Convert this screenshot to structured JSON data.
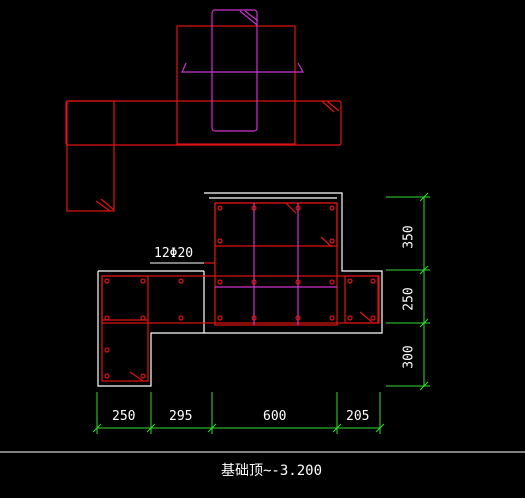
{
  "colors": {
    "background": "#000000",
    "stirrup": "#e01414",
    "tie": "#cc33cc",
    "outline": "#ffffff",
    "dimension": "#33dd33",
    "text": "#ffffff"
  },
  "labels": {
    "rebar_spec": "12Φ20",
    "caption": "基础顶~-3.200"
  },
  "dimensions": {
    "horizontal": [
      "250",
      "295",
      "600",
      "205"
    ],
    "vertical": [
      "350",
      "250",
      "300"
    ]
  }
}
